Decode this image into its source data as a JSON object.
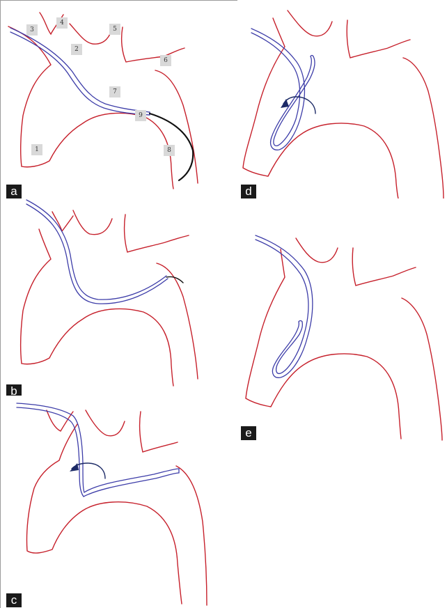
{
  "figure": {
    "panels": {
      "a": {
        "label": "a",
        "markers": {
          "m1": "1",
          "m2": "2",
          "m3": "3",
          "m4": "4",
          "m5": "5",
          "m6": "6",
          "m7": "7",
          "m8": "8",
          "m9": "9"
        }
      },
      "b": {
        "label": "b"
      },
      "c": {
        "label": "c"
      },
      "d": {
        "label": "d"
      },
      "e": {
        "label": "e"
      }
    },
    "colors": {
      "vessel_outline": "#c6202b",
      "catheter": "#3c3ca8",
      "guidewire": "#111111",
      "arrow": "#1c2a66",
      "label_bg": "#1a1a1a",
      "marker_bg": "#d9d9d9"
    }
  }
}
